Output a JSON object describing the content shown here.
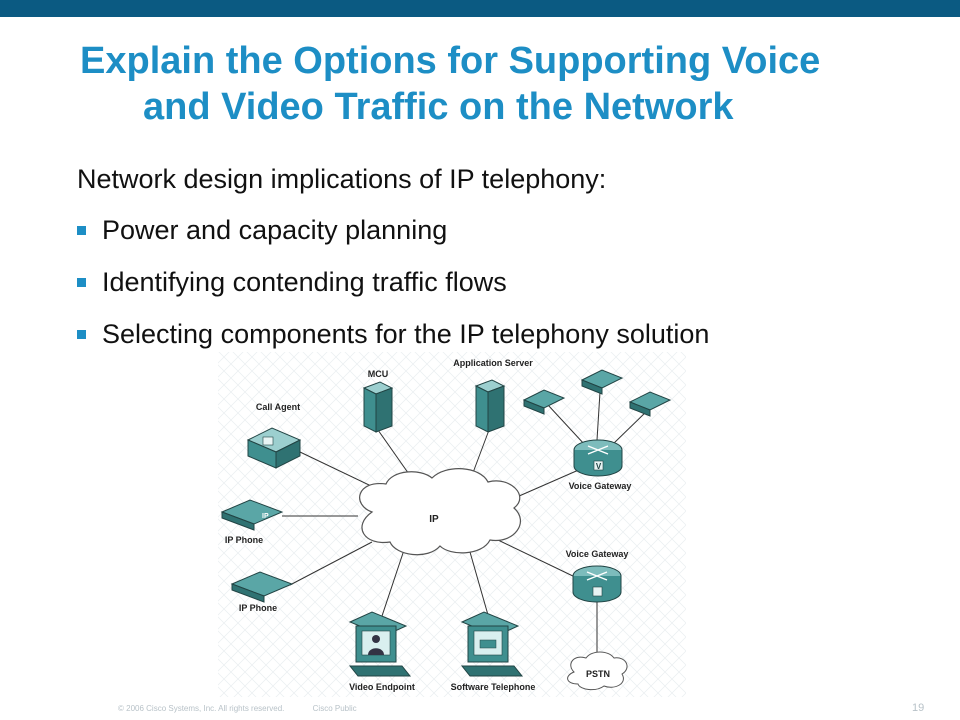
{
  "slide": {
    "title_line1": "Explain the Options for Supporting Voice",
    "title_line2": "and Video Traffic on the Network",
    "intro": "Network design implications of IP telephony:",
    "bullets": [
      "Power and capacity planning",
      "Identifying contending traffic flows",
      "Selecting components for the IP telephony solution"
    ],
    "footer_copyright": "© 2006 Cisco Systems, Inc. All rights reserved.",
    "footer_classification": "Cisco Public",
    "page_number": "19"
  },
  "diagram": {
    "cloud_label": "IP",
    "labels": {
      "mcu": "MCU",
      "application_server": "Application Server",
      "call_agent": "Call Agent",
      "voice_gateway_top": "Voice Gateway",
      "ip_phone_1": "IP Phone",
      "ip_phone_2": "IP Phone",
      "voice_gateway_bottom": "Voice Gateway",
      "pstn": "PSTN",
      "video_endpoint": "Video Endpoint",
      "software_telephone": "Software Telephone"
    },
    "device_tags": {
      "ip_phone": "IP",
      "voice_gateway": "V"
    }
  },
  "colors": {
    "topbar": "#0b5a82",
    "title": "#1d8ec5",
    "bullet": "#1d8ec5",
    "device": "#3f8f8f"
  }
}
